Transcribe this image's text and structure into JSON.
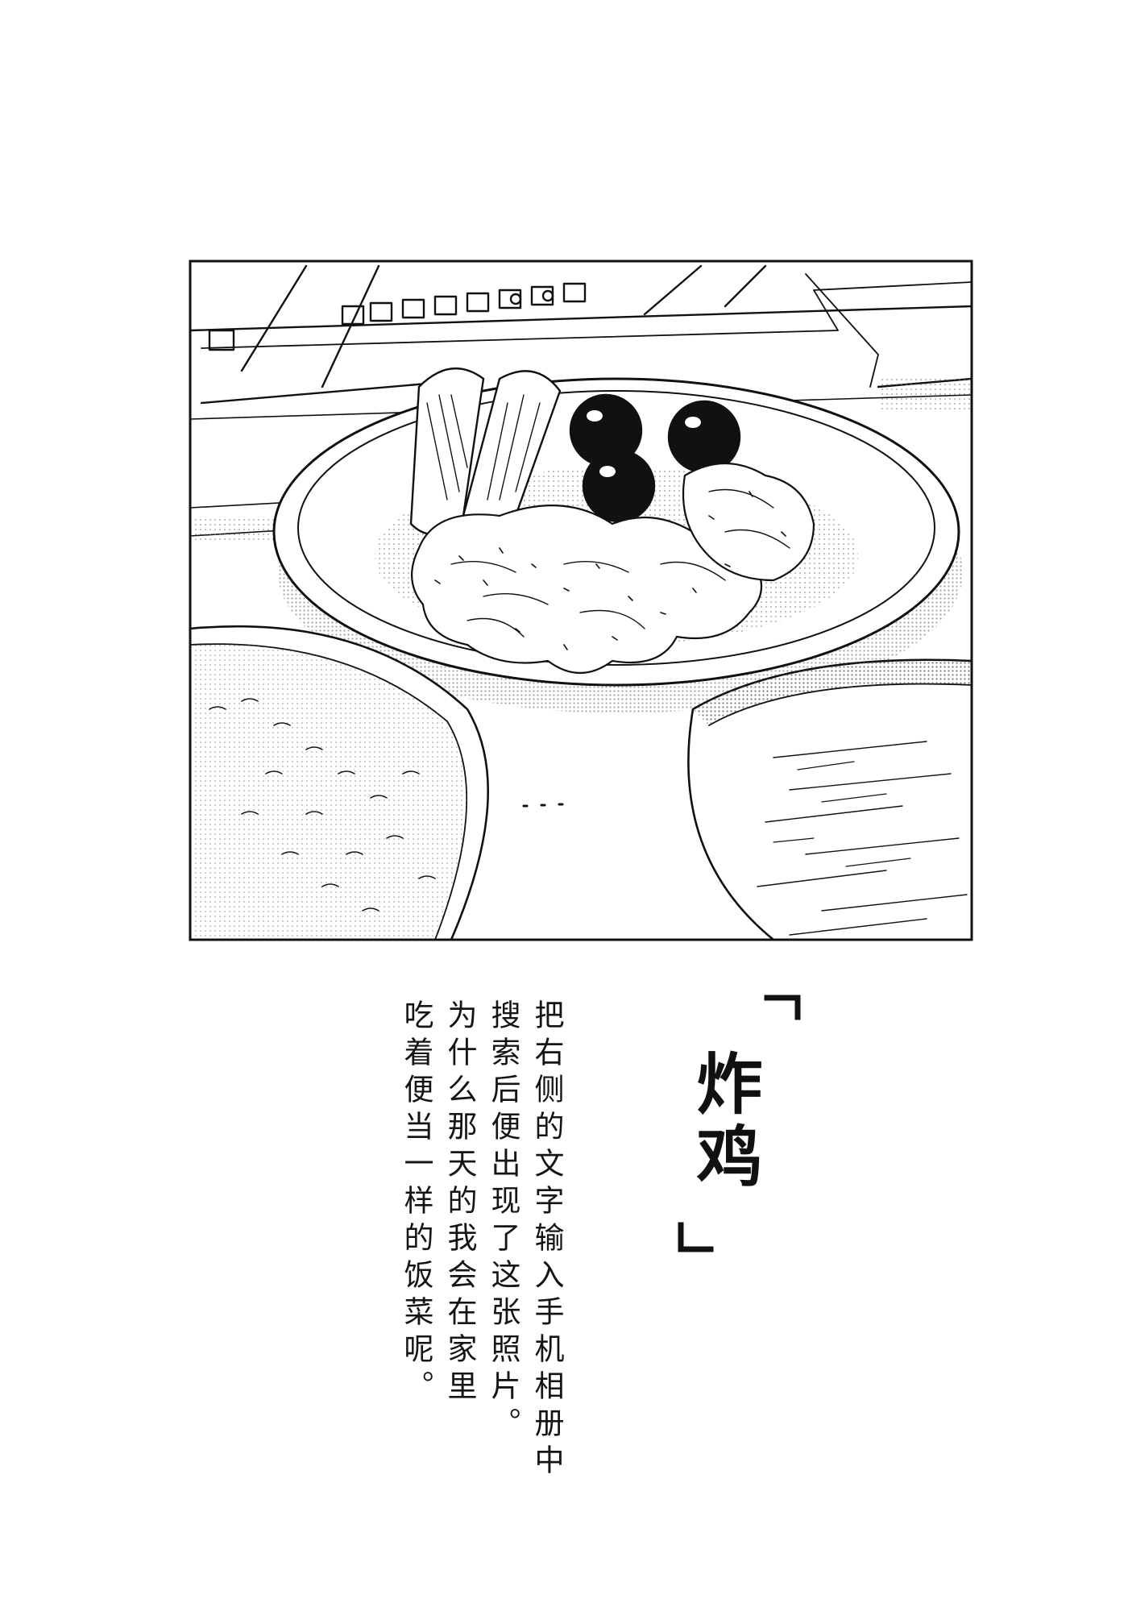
{
  "title": {
    "text": "炸鸡",
    "open_bracket": "「",
    "close_bracket": "」"
  },
  "caption": {
    "lines": [
      "把右侧的文字输入手机相册中",
      "搜索后便出现了这张照片。",
      "为什么那天的我会在家里",
      "吃着便当一样的饭菜呢。"
    ]
  },
  "illustration": {
    "ellipsis": "……",
    "subject": "fried-chicken-bento-plate"
  },
  "colors": {
    "ink": "#111111",
    "screentone": "#d9d9d9",
    "paper": "#ffffff"
  }
}
